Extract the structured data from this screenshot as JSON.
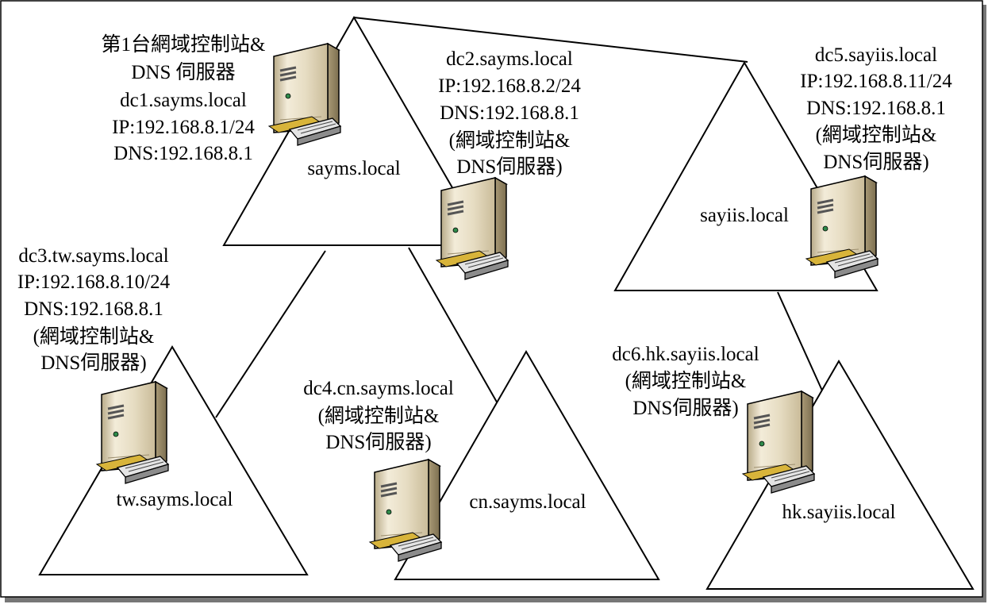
{
  "trees": [
    {
      "id": "sayms",
      "domain_label": "sayms.local",
      "servers": [
        {
          "id": "dc1",
          "lines": [
            "第1台網域控制站&",
            "DNS  伺服器",
            "dc1.sayms.local",
            "IP:192.168.8.1/24",
            "DNS:192.168.8.1"
          ]
        },
        {
          "id": "dc2",
          "lines": [
            "dc2.sayms.local",
            "IP:192.168.8.2/24",
            "DNS:192.168.8.1",
            "(網域控制站&",
            "DNS伺服器)"
          ]
        }
      ]
    },
    {
      "id": "tw",
      "domain_label": "tw.sayms.local",
      "servers": [
        {
          "id": "dc3",
          "lines": [
            "dc3.tw.sayms.local",
            "IP:192.168.8.10/24",
            "DNS:192.168.8.1",
            "(網域控制站&",
            "DNS伺服器)"
          ]
        }
      ]
    },
    {
      "id": "cn",
      "domain_label": "cn.sayms.local",
      "servers": [
        {
          "id": "dc4",
          "lines": [
            "dc4.cn.sayms.local",
            "(網域控制站&",
            "DNS伺服器)"
          ]
        }
      ]
    },
    {
      "id": "sayiis",
      "domain_label": "sayiis.local",
      "servers": [
        {
          "id": "dc5",
          "lines": [
            "dc5.sayiis.local",
            "IP:192.168.8.11/24",
            "DNS:192.168.8.1",
            "(網域控制站&",
            "DNS伺服器)"
          ]
        }
      ]
    },
    {
      "id": "hk",
      "domain_label": "hk.sayiis.local",
      "servers": [
        {
          "id": "dc6",
          "lines": [
            "dc6.hk.sayiis.local",
            "(網域控制站&",
            "DNS伺服器)"
          ]
        }
      ]
    }
  ]
}
